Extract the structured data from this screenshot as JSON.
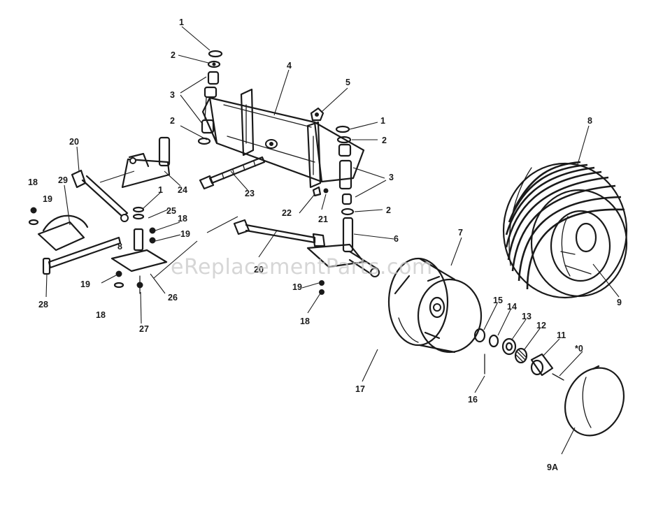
{
  "watermark": "eReplacementParts.com",
  "callouts": {
    "c1_top": "1",
    "c2_top": "2",
    "c3_top": "3",
    "c4": "4",
    "c5": "5",
    "c1_right": "1",
    "c2_right": "2",
    "c3_right": "3",
    "c2_lower": "2",
    "c6": "6",
    "c7": "7",
    "c8": "8",
    "c9": "9",
    "c9a": "9A",
    "c10": "*0",
    "c11": "11",
    "c12": "12",
    "c13": "13",
    "c14": "14",
    "c15": "15",
    "c16": "16",
    "c17": "17",
    "c18_right": "18",
    "c19_right": "19",
    "c20_mid": "20",
    "c21": "21",
    "c22": "22",
    "c23": "23",
    "c24": "24",
    "c2_left": "2",
    "c20_left": "20",
    "c18_left": "18",
    "c19_left": "19",
    "c29": "29",
    "c1_left": "1",
    "c25": "25",
    "c18_center": "18",
    "c19_center": "19",
    "c8_plate": "8",
    "c19_bottom": "19",
    "c18_bottom": "18",
    "c26": "26",
    "c27": "27",
    "c28": "28"
  }
}
